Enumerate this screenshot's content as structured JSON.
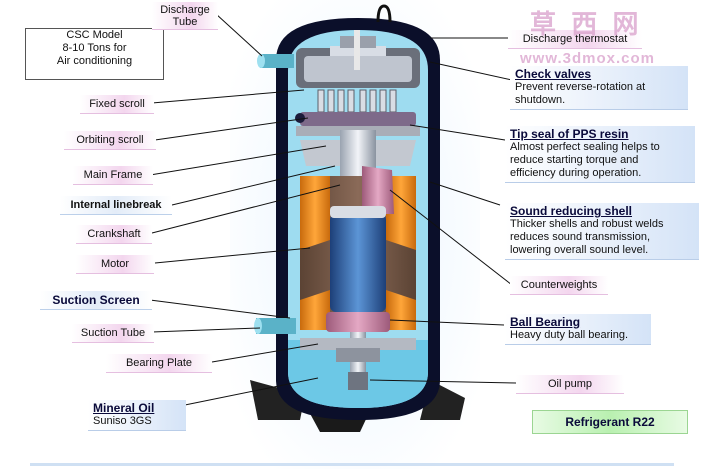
{
  "model_box": {
    "line1": "CSC Model",
    "line2": "8-10 Tons for",
    "line3": "Air conditioning"
  },
  "labels": {
    "discharge_tube": {
      "line1": "Discharge",
      "line2": "Tube"
    },
    "fixed_scroll": "Fixed scroll",
    "orbiting_scroll": "Orbiting scroll",
    "main_frame": "Main Frame",
    "internal_linebreak": "Internal linebreak",
    "crankshaft": "Crankshaft",
    "motor": "Motor",
    "suction_screen": "Suction Screen",
    "suction_tube": "Suction Tube",
    "bearing_plate": "Bearing Plate",
    "discharge_thermostat": "Discharge thermostat",
    "counterweights": "Counterweights",
    "oil_pump": "Oil pump",
    "refrigerant": "Refrigerant R22"
  },
  "features": {
    "check_valves": {
      "title": "Check valves",
      "desc1": "Prevent reverse-rotation at",
      "desc2": "shutdown."
    },
    "tip_seal": {
      "title": "Tip seal of PPS resin",
      "desc1": "Almost perfect sealing helps to",
      "desc2": "reduce starting torque and",
      "desc3": "efficiency during operation."
    },
    "sound_shell": {
      "title": "Sound reducing shell",
      "desc1": "Thicker shells and robust welds",
      "desc2": "reduces sound transmission,",
      "desc3": "lowering overall sound level."
    },
    "ball_bearing": {
      "title": "Ball Bearing",
      "desc1": "Heavy duty ball bearing."
    },
    "mineral_oil": {
      "title": "Mineral Oil",
      "desc1": "Suniso 3GS"
    }
  },
  "watermark": {
    "chars": "草 西 网",
    "url": "www.3dmox.com"
  },
  "colors": {
    "shell": "#0b0f2a",
    "shell_inner": "#9edcf0",
    "motor_stator": "#7a5a4a",
    "rotor": "#2a5a9a",
    "coil": "#f08a1a",
    "label_pink": "#f3d6ee",
    "label_green": "#b9f0b0"
  }
}
